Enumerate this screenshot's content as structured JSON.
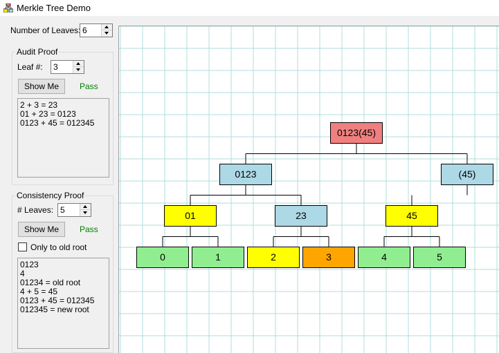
{
  "window": {
    "title": "Merkle Tree Demo"
  },
  "leaves_control": {
    "label": "Number of Leaves:",
    "value": "6"
  },
  "audit": {
    "group_title": "Audit Proof",
    "leaf_label": "Leaf #:",
    "leaf_value": "3",
    "button": "Show Me",
    "status": "Pass",
    "output_lines": [
      "2 + 3 = 23",
      "01 + 23 = 0123",
      "0123 + 45 = 012345"
    ]
  },
  "consistency": {
    "group_title": "Consistency Proof",
    "leaves_label": "# Leaves:",
    "leaves_value": "5",
    "button": "Show Me",
    "status": "Pass",
    "checkbox_label": "Only to old root",
    "checkbox_checked": false,
    "output_lines": [
      "0123",
      "4",
      "01234 = old root",
      "4 + 5 = 45",
      "0123 + 45 = 012345",
      "012345 = new root"
    ]
  },
  "tree": {
    "colors": {
      "root": "#f08080",
      "blue": "#add8e6",
      "yellow": "#ffff00",
      "green": "#90ee90",
      "orange": "#ffa500",
      "grid": "#b0dcdc"
    },
    "nodes": [
      {
        "label": "0123(45)",
        "color": "root"
      },
      {
        "label": "0123",
        "color": "blue"
      },
      {
        "label": "(45)",
        "color": "blue"
      },
      {
        "label": "01",
        "color": "yellow"
      },
      {
        "label": "23",
        "color": "blue"
      },
      {
        "label": "45",
        "color": "yellow"
      },
      {
        "label": "0",
        "color": "green"
      },
      {
        "label": "1",
        "color": "green"
      },
      {
        "label": "2",
        "color": "yellow"
      },
      {
        "label": "3",
        "color": "orange"
      },
      {
        "label": "4",
        "color": "green"
      },
      {
        "label": "5",
        "color": "green"
      }
    ]
  }
}
